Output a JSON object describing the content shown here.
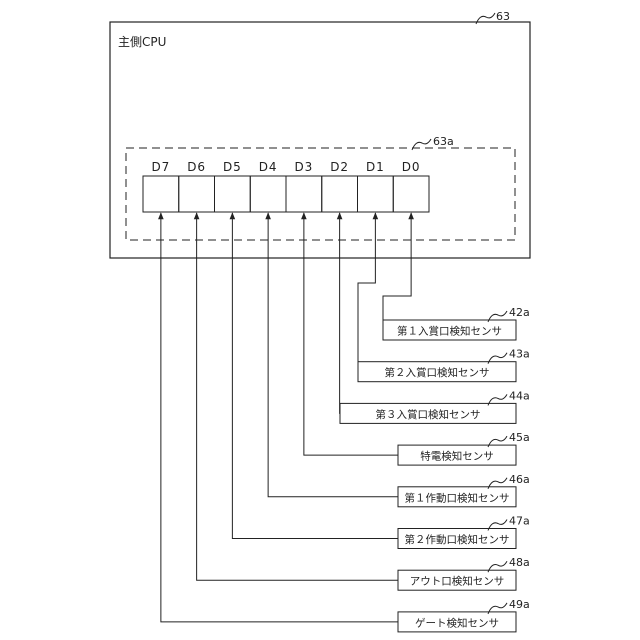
{
  "cpu": {
    "label": "主側CPU",
    "ref": "63"
  },
  "register": {
    "ref": "63a",
    "bits": [
      "D7",
      "D6",
      "D5",
      "D4",
      "D3",
      "D2",
      "D1",
      "D0"
    ]
  },
  "sensors": [
    {
      "bit": "D0",
      "label": "第１入賞口検知センサ",
      "ref": "42a"
    },
    {
      "bit": "D1",
      "label": "第２入賞口検知センサ",
      "ref": "43a"
    },
    {
      "bit": "D2",
      "label": "第３入賞口検知センサ",
      "ref": "44a"
    },
    {
      "bit": "D3",
      "label": "特電検知センサ",
      "ref": "45a"
    },
    {
      "bit": "D4",
      "label": "第１作動口検知センサ",
      "ref": "46a"
    },
    {
      "bit": "D5",
      "label": "第２作動口検知センサ",
      "ref": "47a"
    },
    {
      "bit": "D6",
      "label": "アウト口検知センサ",
      "ref": "48a"
    },
    {
      "bit": "D7",
      "label": "ゲート検知センサ",
      "ref": "49a"
    }
  ]
}
